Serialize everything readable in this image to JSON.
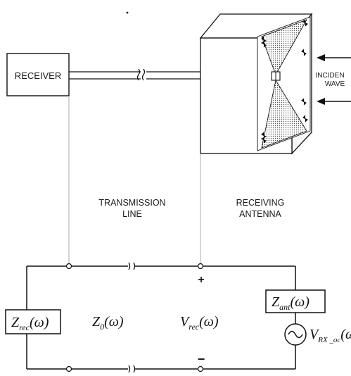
{
  "top": {
    "receiver_label": "RECEIVER",
    "incident_wave_line1": "INCIDEN",
    "incident_wave_line2": "WAVE",
    "transmission_line_line1": "TRANSMISSION",
    "transmission_line_line2": "LINE",
    "receiving_antenna_line1": "RECEIVING",
    "receiving_antenna_line2": "ANTENNA"
  },
  "circuit": {
    "z_rec": {
      "main": "Z",
      "sub": "rec",
      "arg": "(ω)"
    },
    "z0": {
      "main": "Z",
      "sub": "0",
      "arg": "(ω)"
    },
    "v_rec": {
      "main": "V",
      "sub": "rec",
      "arg": "(ω)"
    },
    "z_ant": {
      "main": "Z",
      "sub": "ant",
      "arg": "(ω)"
    },
    "v_rx_oc": {
      "main": "V",
      "sub": "RX _oc",
      "arg": "(ω)"
    },
    "plus_sign": "+",
    "minus_sign": "−"
  },
  "colors": {
    "line": "#111111",
    "guide": "#9a9a9a",
    "shading": "#d9d9d9"
  }
}
